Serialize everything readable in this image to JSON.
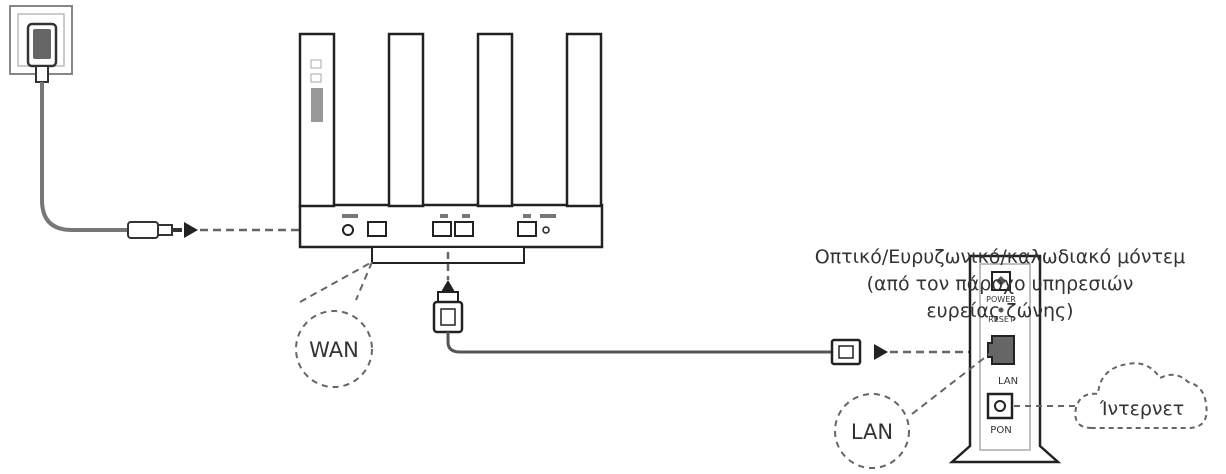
{
  "modem_caption": {
    "line1": "Οπτικό/Ευρυζωνικό/καλωδιακό μόντεμ",
    "line2": "(από τον πάροχο υπηρεσιών",
    "line3": "ευρείας ζώνης)"
  },
  "callouts": {
    "wan": "WAN",
    "lan": "LAN",
    "internet": "Ίντερνετ"
  },
  "modem_labels": {
    "power": "POWER",
    "reset": "RESET",
    "lan": "LAN",
    "pon": "PON"
  },
  "colors": {
    "line": "#555555",
    "dashed": "#666666",
    "outline": "#333333"
  }
}
